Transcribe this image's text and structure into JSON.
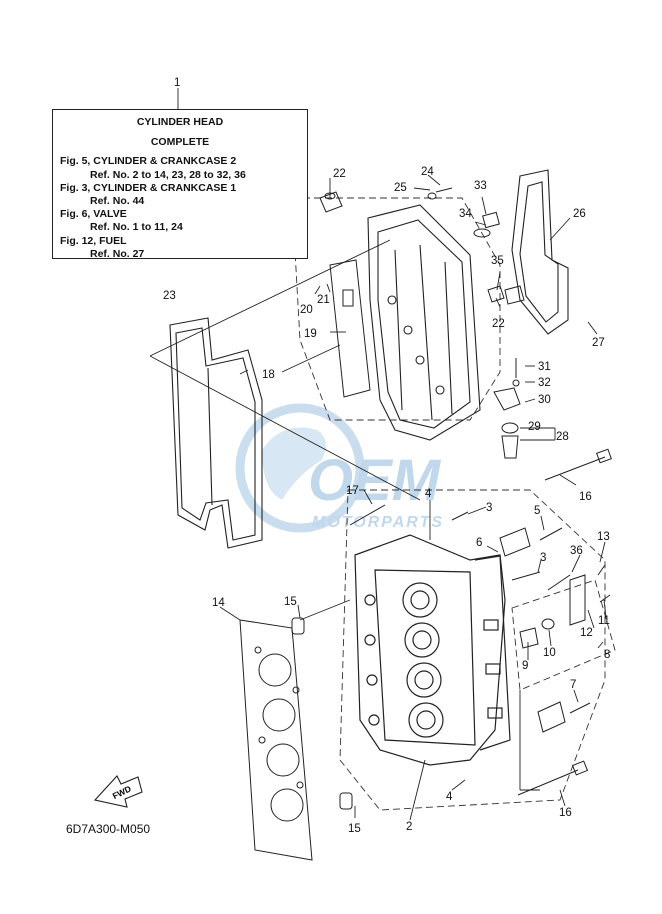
{
  "info_box": {
    "title_line1": "CYLINDER HEAD",
    "title_line2": "COMPLETE",
    "lines": [
      {
        "text": "Fig. 5, CYLINDER & CRANKCASE 2",
        "indent": false
      },
      {
        "text": "Ref. No. 2 to 14, 23, 28 to 32, 36",
        "indent": true
      },
      {
        "text": "Fig. 3, CYLINDER & CRANKCASE 1",
        "indent": false
      },
      {
        "text": "Ref. No. 44",
        "indent": true
      },
      {
        "text": "Fig. 6, VALVE",
        "indent": false
      },
      {
        "text": "Ref. No. 1 to 11, 24",
        "indent": true
      },
      {
        "text": "Fig. 12, FUEL",
        "indent": false
      },
      {
        "text": "Ref. No. 27",
        "indent": true
      }
    ]
  },
  "callouts": {
    "c1": "1",
    "c2": "2",
    "c3a": "3",
    "c3b": "3",
    "c4a": "4",
    "c4b": "4",
    "c5": "5",
    "c6": "6",
    "c7": "7",
    "c8": "8",
    "c9": "9",
    "c10": "10",
    "c11": "11",
    "c12": "12",
    "c13": "13",
    "c14": "14",
    "c15a": "15",
    "c15b": "15",
    "c16a": "16",
    "c16b": "16",
    "c17": "17",
    "c18": "18",
    "c19": "19",
    "c20": "20",
    "c21": "21",
    "c22a": "22",
    "c22b": "22",
    "c23": "23",
    "c24": "24",
    "c25": "25",
    "c26": "26",
    "c27": "27",
    "c28": "28",
    "c29": "29",
    "c30": "30",
    "c31": "31",
    "c32": "32",
    "c33": "33",
    "c34": "34",
    "c35": "35",
    "c36": "36"
  },
  "fwd_label": "FWD",
  "drawing_code": "6D7A300-M050",
  "watermark": {
    "brand": "OEM",
    "sub": "MOTORPARTS",
    "color": "#9dc3e2"
  }
}
